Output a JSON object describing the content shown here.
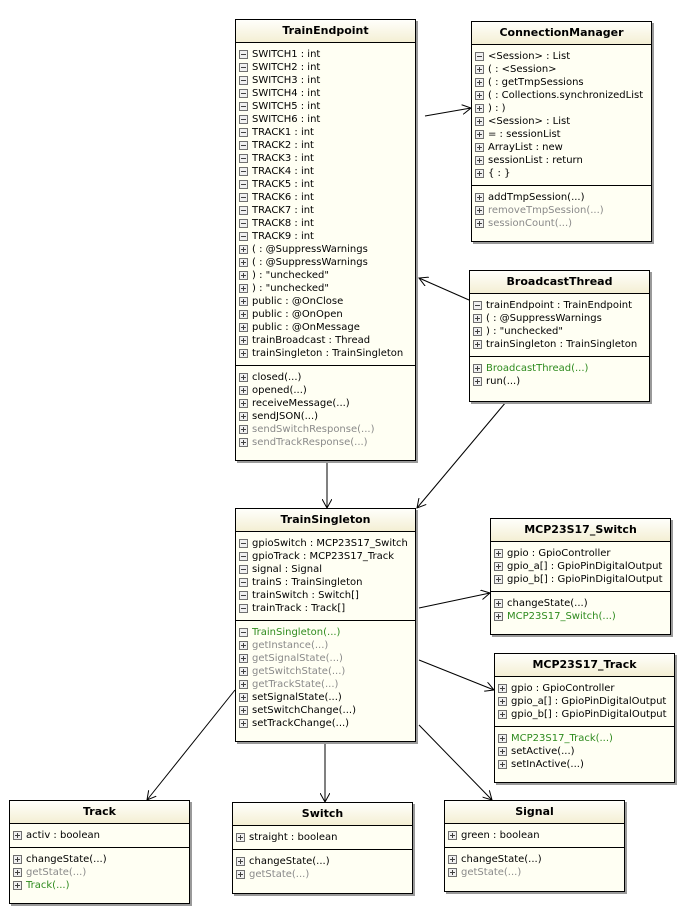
{
  "classes": [
    {
      "id": "train-endpoint",
      "title": "TrainEndpoint",
      "attributes": [
        {
          "icon": "minus",
          "text": "SWITCH1 : int"
        },
        {
          "icon": "minus",
          "text": "SWITCH2 : int"
        },
        {
          "icon": "minus",
          "text": "SWITCH3 : int"
        },
        {
          "icon": "minus",
          "text": "SWITCH4 : int"
        },
        {
          "icon": "minus",
          "text": "SWITCH5 : int"
        },
        {
          "icon": "minus",
          "text": "SWITCH6 : int"
        },
        {
          "icon": "minus",
          "text": "TRACK1 : int"
        },
        {
          "icon": "minus",
          "text": "TRACK2 : int"
        },
        {
          "icon": "minus",
          "text": "TRACK3 : int"
        },
        {
          "icon": "minus",
          "text": "TRACK4 : int"
        },
        {
          "icon": "minus",
          "text": "TRACK5 : int"
        },
        {
          "icon": "minus",
          "text": "TRACK6 : int"
        },
        {
          "icon": "minus",
          "text": "TRACK7 : int"
        },
        {
          "icon": "minus",
          "text": "TRACK8 : int"
        },
        {
          "icon": "minus",
          "text": "TRACK9 : int"
        },
        {
          "icon": "plus",
          "text": "( : @SuppressWarnings"
        },
        {
          "icon": "plus",
          "text": "( : @SuppressWarnings"
        },
        {
          "icon": "plus",
          "text": ") : \"unchecked\""
        },
        {
          "icon": "plus",
          "text": ") : \"unchecked\""
        },
        {
          "icon": "plus",
          "text": "public : @OnClose"
        },
        {
          "icon": "plus",
          "text": "public : @OnOpen"
        },
        {
          "icon": "plus",
          "text": "public : @OnMessage"
        },
        {
          "icon": "plus",
          "text": "trainBroadcast : Thread"
        },
        {
          "icon": "plus",
          "text": "trainSingleton : TrainSingleton"
        }
      ],
      "operations": [
        {
          "icon": "plus",
          "text": "closed(...)"
        },
        {
          "icon": "plus",
          "text": "opened(...)"
        },
        {
          "icon": "plus",
          "text": "receiveMessage(...)"
        },
        {
          "icon": "plus",
          "text": "sendJSON(...)"
        },
        {
          "icon": "plus",
          "text": "sendSwitchResponse(...)",
          "style": "muted"
        },
        {
          "icon": "plus",
          "text": "sendTrackResponse(...)",
          "style": "muted"
        }
      ]
    },
    {
      "id": "connection-manager",
      "title": "ConnectionManager",
      "attributes": [
        {
          "icon": "minus",
          "text": "<Session> : List"
        },
        {
          "icon": "plus",
          "text": "( : <Session>"
        },
        {
          "icon": "plus",
          "text": "( : getTmpSessions"
        },
        {
          "icon": "plus",
          "text": "( : Collections.synchronizedList"
        },
        {
          "icon": "plus",
          "text": ") : )"
        },
        {
          "icon": "plus",
          "text": "<Session> : List"
        },
        {
          "icon": "plus",
          "text": "= : sessionList"
        },
        {
          "icon": "plus",
          "text": "ArrayList : new"
        },
        {
          "icon": "plus",
          "text": "sessionList : return"
        },
        {
          "icon": "plus",
          "text": "{ : }"
        }
      ],
      "operations": [
        {
          "icon": "plus",
          "text": "addTmpSession(...)"
        },
        {
          "icon": "plus",
          "text": "removeTmpSession(...)",
          "style": "muted"
        },
        {
          "icon": "plus",
          "text": "sessionCount(...)",
          "style": "muted"
        }
      ]
    },
    {
      "id": "broadcast-thread",
      "title": "BroadcastThread",
      "attributes": [
        {
          "icon": "minus",
          "text": "trainEndpoint : TrainEndpoint"
        },
        {
          "icon": "plus",
          "text": "( : @SuppressWarnings"
        },
        {
          "icon": "plus",
          "text": ") : \"unchecked\""
        },
        {
          "icon": "plus",
          "text": "trainSingleton : TrainSingleton"
        }
      ],
      "operations": [
        {
          "icon": "plus",
          "text": "BroadcastThread(...)",
          "style": "ctor"
        },
        {
          "icon": "plus",
          "text": "run(...)"
        }
      ]
    },
    {
      "id": "train-singleton",
      "title": "TrainSingleton",
      "attributes": [
        {
          "icon": "minus",
          "text": "gpioSwitch : MCP23S17_Switch"
        },
        {
          "icon": "minus",
          "text": "gpioTrack : MCP23S17_Track"
        },
        {
          "icon": "minus",
          "text": "signal : Signal"
        },
        {
          "icon": "minus",
          "text": "trainS : TrainSingleton"
        },
        {
          "icon": "minus",
          "text": "trainSwitch : Switch[]"
        },
        {
          "icon": "minus",
          "text": "trainTrack : Track[]"
        }
      ],
      "operations": [
        {
          "icon": "minus",
          "text": "TrainSingleton(...)",
          "style": "ctor"
        },
        {
          "icon": "plus",
          "text": "getInstance(...)",
          "style": "muted"
        },
        {
          "icon": "plus",
          "text": "getSignalState(...)",
          "style": "muted"
        },
        {
          "icon": "plus",
          "text": "getSwitchState(...)",
          "style": "muted"
        },
        {
          "icon": "plus",
          "text": "getTrackState(...)",
          "style": "muted"
        },
        {
          "icon": "plus",
          "text": "setSignalState(...)"
        },
        {
          "icon": "plus",
          "text": "setSwitchChange(...)"
        },
        {
          "icon": "plus",
          "text": "setTrackChange(...)"
        }
      ]
    },
    {
      "id": "mcp23s17-switch",
      "title": "MCP23S17_Switch",
      "attributes": [
        {
          "icon": "plus",
          "text": "gpio : GpioController"
        },
        {
          "icon": "plus",
          "text": "gpio_a[] : GpioPinDigitalOutput"
        },
        {
          "icon": "plus",
          "text": "gpio_b[] : GpioPinDigitalOutput"
        }
      ],
      "operations": [
        {
          "icon": "plus",
          "text": "changeState(...)"
        },
        {
          "icon": "plus",
          "text": "MCP23S17_Switch(...)",
          "style": "ctor"
        }
      ]
    },
    {
      "id": "mcp23s17-track",
      "title": "MCP23S17_Track",
      "attributes": [
        {
          "icon": "plus",
          "text": "gpio : GpioController"
        },
        {
          "icon": "plus",
          "text": "gpio_a[] : GpioPinDigitalOutput"
        },
        {
          "icon": "plus",
          "text": "gpio_b[] : GpioPinDigitalOutput"
        }
      ],
      "operations": [
        {
          "icon": "plus",
          "text": "MCP23S17_Track(...)",
          "style": "ctor"
        },
        {
          "icon": "plus",
          "text": "setActive(...)"
        },
        {
          "icon": "plus",
          "text": "setInActive(...)"
        }
      ]
    },
    {
      "id": "track",
      "title": "Track",
      "attributes": [
        {
          "icon": "plus",
          "text": "activ : boolean"
        }
      ],
      "operations": [
        {
          "icon": "plus",
          "text": "changeState(...)"
        },
        {
          "icon": "plus",
          "text": "getState(...)",
          "style": "muted"
        },
        {
          "icon": "plus",
          "text": "Track(...)",
          "style": "ctor"
        }
      ]
    },
    {
      "id": "switch",
      "title": "Switch",
      "attributes": [
        {
          "icon": "plus",
          "text": "straight : boolean"
        }
      ],
      "operations": [
        {
          "icon": "plus",
          "text": "changeState(...)"
        },
        {
          "icon": "plus",
          "text": "getState(...)",
          "style": "muted"
        }
      ]
    },
    {
      "id": "signal",
      "title": "Signal",
      "attributes": [
        {
          "icon": "plus",
          "text": "green : boolean"
        }
      ],
      "operations": [
        {
          "icon": "plus",
          "text": "changeState(...)"
        },
        {
          "icon": "plus",
          "text": "getState(...)",
          "style": "muted"
        }
      ]
    }
  ],
  "associations": [
    {
      "from": "train-endpoint",
      "to": "connection-manager"
    },
    {
      "from": "broadcast-thread",
      "to": "train-endpoint"
    },
    {
      "from": "train-endpoint",
      "to": "train-singleton"
    },
    {
      "from": "broadcast-thread",
      "to": "train-singleton"
    },
    {
      "from": "train-singleton",
      "to": "mcp23s17-switch"
    },
    {
      "from": "train-singleton",
      "to": "mcp23s17-track"
    },
    {
      "from": "train-singleton",
      "to": "track"
    },
    {
      "from": "train-singleton",
      "to": "switch"
    },
    {
      "from": "train-singleton",
      "to": "signal"
    }
  ],
  "colors": {
    "box_fill": "#fffff3",
    "constructor_text": "#2e8b1e",
    "muted_text": "#8a8a8a"
  }
}
